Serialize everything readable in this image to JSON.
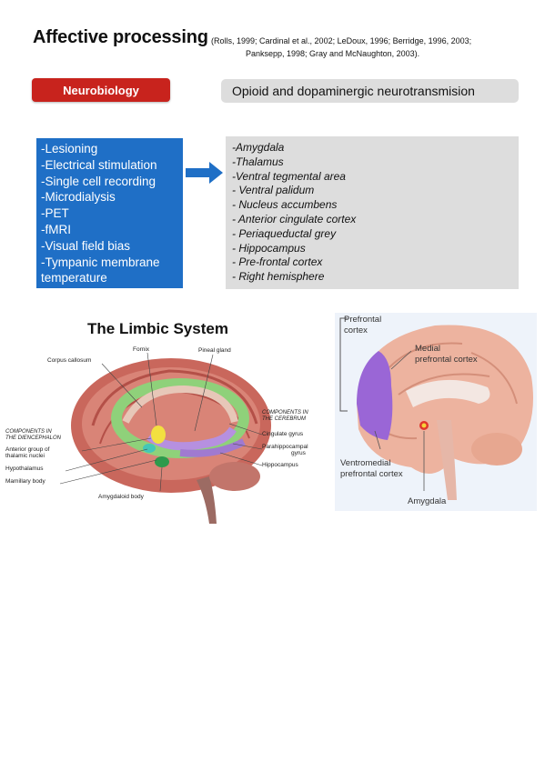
{
  "header": {
    "title": "Affective processing",
    "refs_line1": "(Rolls,  1999; Cardinal et al., 2002; LeDoux, 1996; Berridge, 1996, 2003;",
    "refs_line2": "Panksepp, 1998; Gray and McNaughton,  2003)."
  },
  "badge": {
    "label": "Neurobiology",
    "color": "#c8231d"
  },
  "opioid": {
    "label": "Opioid and dopaminergic neurotransmision"
  },
  "methods": {
    "color": "#1f6fc6",
    "items": [
      "-Lesioning",
      "-Electrical stimulation",
      "-Single cell recording",
      "-Microdialysis",
      "-PET",
      "-fMRI",
      "-Visual field bias",
      "-Tympanic membrane",
      "temperature"
    ]
  },
  "regions": {
    "items": [
      "-Amygdala",
      "-Thalamus",
      "-Ventral tegmental area",
      "- Ventral palidum",
      "- Nucleus accumbens",
      "- Anterior cingulate cortex",
      "- Periaqueductal grey",
      "- Hippocampus",
      "- Pre-frontal cortex",
      "- Right hemisphere"
    ]
  },
  "limbic": {
    "title": "The Limbic System",
    "labels": {
      "corpus_callosum": "Corpus callosum",
      "fornix": "Fornix",
      "pineal": "Pineal gland",
      "comp_dien_1": "COMPONENTS IN",
      "comp_dien_2": "THE DIENCEPHALON",
      "anterior_1": "Anterior group of",
      "anterior_2": "thalamic nuclei",
      "hypothalamus": "Hypothalamus",
      "mamillary": "Mamillary body",
      "comp_cer_1": "COMPONENTS IN",
      "comp_cer_2": "THE CEREBRUM",
      "cingulate": "Cingulate gyrus",
      "parahippo_1": "Parahippocampal",
      "parahippo_2": "gyrus",
      "hippocampus": "Hippocampus",
      "amygdaloid": "Amygdaloid body"
    }
  },
  "pfc": {
    "labels": {
      "prefrontal_1": "Prefrontal",
      "prefrontal_2": "cortex",
      "medial_1": "Medial",
      "medial_2": "prefrontal cortex",
      "ventro_1": "Ventromedial",
      "ventro_2": "prefrontal cortex",
      "amygdala": "Amygdala"
    }
  }
}
